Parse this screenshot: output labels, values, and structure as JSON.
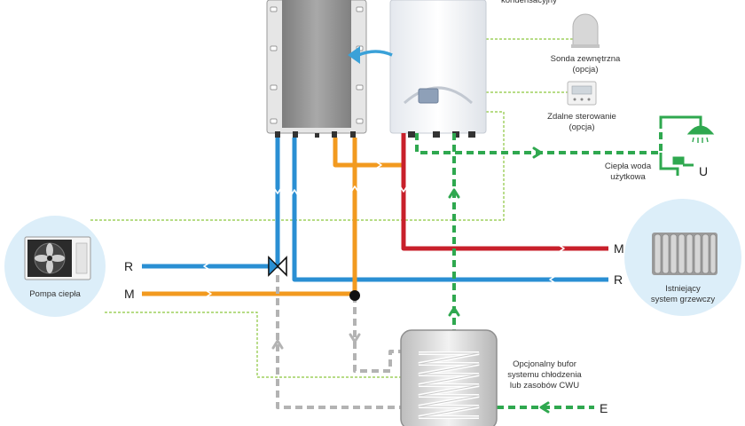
{
  "labels": {
    "top_cut": "kondensacyjny",
    "sonda_line1": "Sonda zewnętrzna",
    "sonda_line2": "(opcja)",
    "zdalne_line1": "Zdalne sterowanie",
    "zdalne_line2": "(opcja)",
    "cwu_line1": "Ciepła woda",
    "cwu_line2": "użytkowa",
    "u_mark": "U",
    "pompa": "Pompa ciepła",
    "r_left": "R",
    "m_left": "M",
    "m_right": "M",
    "r_right": "R",
    "system_line1": "Istniejący",
    "system_line2": "system grzewczy",
    "bufor_line1": "Opcjonalny bufor",
    "bufor_line2": "systemu chłodzenia",
    "bufor_line3": "lub zasobów CWU",
    "e_mark": "E"
  },
  "colors": {
    "blue": "#2a8fd3",
    "orange": "#f29a1f",
    "red": "#c8202b",
    "green": "#2fa84f",
    "gray": "#b3b3b3",
    "dashed_green": "#8cc63f",
    "circle": "#dceef9"
  },
  "icons": {
    "heat_pump": "heat-pump-icon",
    "radiator": "radiator-icon",
    "shower": "shower-icon",
    "tap": "tap-icon",
    "sensor": "outdoor-sensor-icon",
    "remote": "remote-control-icon",
    "valve": "three-way-valve-icon"
  }
}
